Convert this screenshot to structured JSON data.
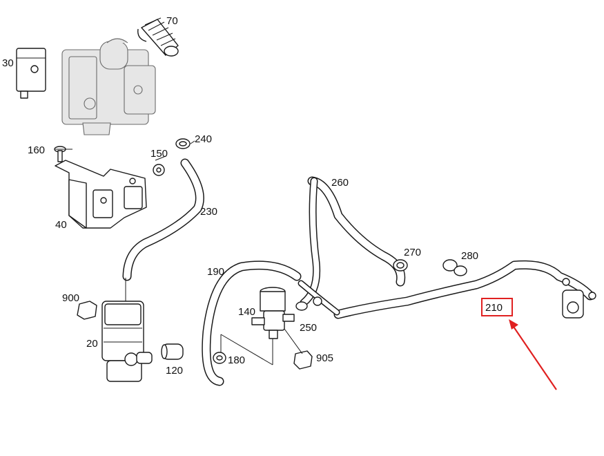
{
  "labels": {
    "p30": "30",
    "p70": "70",
    "p160": "160",
    "p150": "150",
    "p240": "240",
    "p40": "40",
    "p230": "230",
    "p260": "260",
    "p270": "270",
    "p280": "280",
    "p190": "190",
    "p210": "210",
    "p900": "900",
    "p140": "140",
    "p250": "250",
    "p20": "20",
    "p180": "180",
    "p905": "905",
    "p120": "120"
  },
  "highlight": {
    "part": "210",
    "box_color": "#e02020",
    "arrow_color": "#e02020"
  },
  "colors": {
    "line": "#1a1a1a",
    "engine_grey": "#8a8a8a"
  }
}
